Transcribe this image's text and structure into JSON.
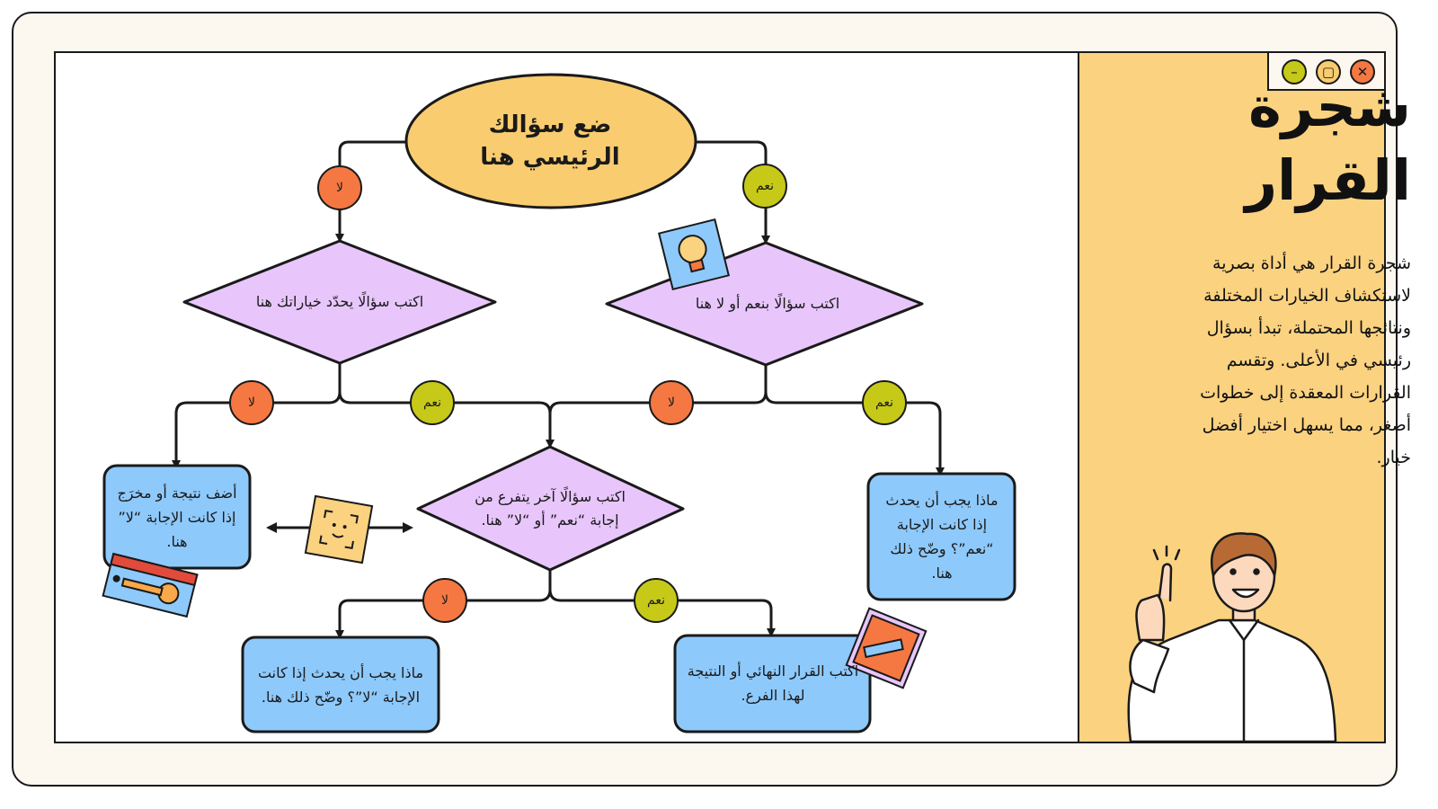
{
  "colors": {
    "oval": "#f9cc6f",
    "diamond": "#e8c6fb",
    "box": "#8ec9fb",
    "badge_no": "#f57842",
    "badge_yes": "#c6c918",
    "sidebar": "#fbd280"
  },
  "window_controls": [
    "minimize-icon",
    "maximize-icon",
    "close-icon"
  ],
  "sidebar": {
    "title": "شجرة القرار",
    "description": "شجرة القرار هي أداة بصرية لاستكشاف الخيارات المختلفة ونتائجها المحتملة، تبدأ بسؤال رئيسي في الأعلى. وتقسم القرارات المعقدة إلى خطوات أصغر، مما يسهل اختيار أفضل خيار."
  },
  "diagram": {
    "main_question": "ضع سؤالك الرئيسي هنا",
    "q_yes_branch": "اكتب سؤالًا بنعم أو لا هنا",
    "q_no_branch": "اكتب سؤالًا يحدّد خياراتك هنا",
    "q_middle": "اكتب سؤالًا آخر يتفرع من إجابة “نعم” أو “لا” هنا.",
    "outcome_left": "أضف نتيجة أو مخرَج إذا كانت الإجابة “لا” هنا.",
    "outcome_right": "ماذا يجب أن يحدث إذا كانت الإجابة “نعم”؟ وضّح ذلك هنا.",
    "outcome_bottom_left": "ماذا يجب أن يحدث إذا كانت الإجابة “لا”؟ وضّح ذلك هنا.",
    "outcome_bottom_right": "اكتب القرار النهائي أو النتيجة لهذا الفرع.",
    "label_yes": "نعم",
    "label_no": "لا"
  },
  "icons": [
    "lightbulb-icon",
    "key-icon",
    "face-scan-icon",
    "pencil-icon",
    "person-illustration"
  ]
}
